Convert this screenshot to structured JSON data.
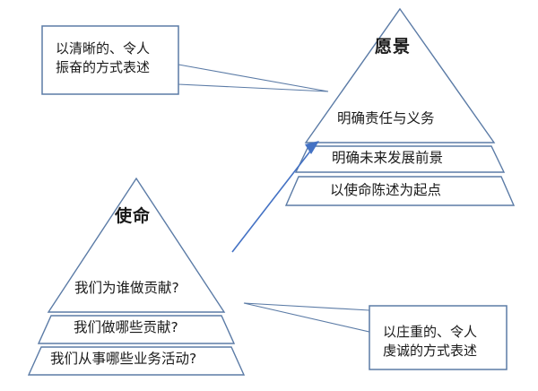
{
  "diagram": {
    "type": "two-pyramid-concept-diagram",
    "colors": {
      "shape_stroke": "#5b7ba6",
      "connector": "#4472c4",
      "text": "#1a1a1a",
      "background": "#ffffff"
    },
    "vision_pyramid": {
      "title": "愿景",
      "rows": [
        "明确责任与义务",
        "明确未来发展前景",
        "以使命陈述为起点"
      ]
    },
    "mission_pyramid": {
      "title": "使命",
      "rows": [
        "我们为谁做贡献?",
        "我们做哪些贡献?",
        "我们从事哪些业务活动?"
      ]
    },
    "callouts": [
      {
        "id": "vision-callout",
        "text": "以清晰的、令人\n振奋的方式表述"
      },
      {
        "id": "mission-callout",
        "text": "以庄重的、令人\n虔诚的方式表述"
      }
    ],
    "connector": {
      "from": "mission_pyramid",
      "to": "vision_pyramid"
    }
  }
}
